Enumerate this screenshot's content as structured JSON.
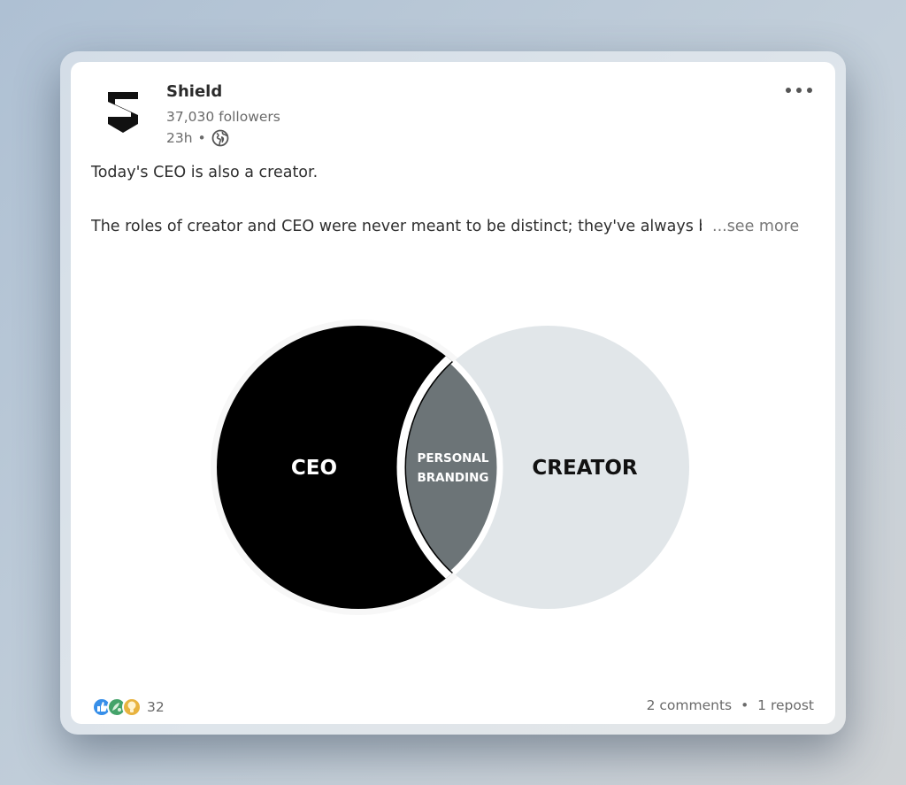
{
  "post": {
    "author": {
      "name": "Shield",
      "followers": "37,030 followers",
      "time": "23h",
      "separator": "•",
      "visibility_icon": "globe-icon"
    },
    "menu_icon": "more-options-icon",
    "text_line1": "Today's CEO is also a creator.",
    "text_line2": "The roles of creator and CEO were never meant to be distinct; they've always been intertwined",
    "see_more": "...see more"
  },
  "venn": {
    "left_label": "CEO",
    "right_label": "CREATOR",
    "overlap_label_line1": "PERSONAL",
    "overlap_label_line2": "BRANDING",
    "colors": {
      "left": "#000000",
      "right": "#e1e6e9",
      "overlap": "#6c7477",
      "border": "#ffffff"
    }
  },
  "footer": {
    "reaction_icons": [
      "like-icon",
      "celebrate-icon",
      "insightful-icon"
    ],
    "reaction_count": "32",
    "comments": "2 comments",
    "separator": "•",
    "reposts": "1 repost"
  }
}
